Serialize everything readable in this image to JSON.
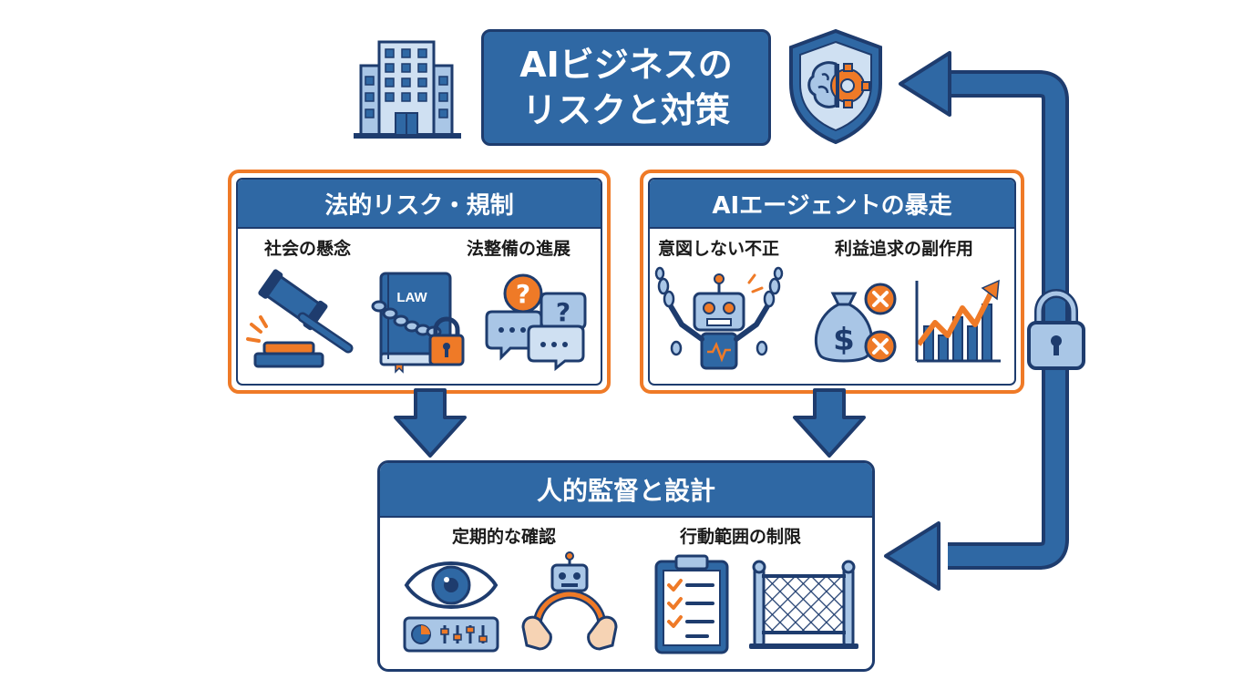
{
  "title": {
    "line1": "AIビジネスの",
    "line2": "リスクと対策"
  },
  "legal_panel": {
    "header": "法的リスク・規制",
    "sub_left": "社会の懸念",
    "sub_right": "法整備の進展",
    "book_label": "LAW"
  },
  "agent_panel": {
    "header": "AIエージェントの暴走",
    "sub_left": "意図しない不正",
    "sub_right": "利益追求の副作用"
  },
  "oversight_panel": {
    "header": "人的監督と設計",
    "sub_left": "定期的な確認",
    "sub_right": "行動範囲の制限"
  },
  "colors": {
    "primary_blue": "#2f68a4",
    "dark_navy": "#1e3c6e",
    "light_blue": "#a9c6e6",
    "accent_orange": "#ef7a27"
  }
}
